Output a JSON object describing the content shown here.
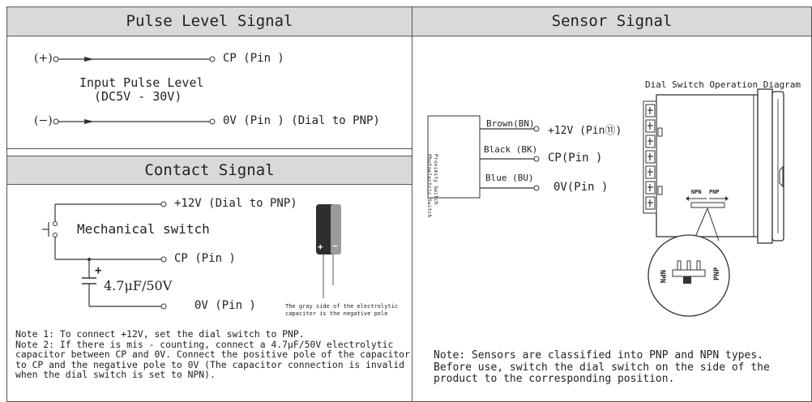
{
  "pulse": {
    "title": "Pulse Level Signal",
    "plus": "(+)",
    "minus": "(−)",
    "cp_label": "CP (Pin   )",
    "input_label": "Input Pulse Level",
    "range": "(DC5V - 30V)",
    "ov_label": "0V (Pin   ) (Dial to PNP)"
  },
  "contact": {
    "title": "Contact Signal",
    "v12_label": "+12V (Dial to PNP)",
    "switch_label": "Mechanical switch",
    "cp_label": "CP (Pin   )",
    "cap_label": "4.7μF/50V",
    "ov_label": "0V (Pin   )",
    "cap_plus": "+",
    "cap_minus": "−",
    "cap_note": "The gray side of the electrolytic\ncapacitor is the negative pole",
    "notes": "Note 1: To connect +12V, set the dial switch to PNP.\nNote 2: If there is mis - counting, connect a 4.7μF/50V electrolytic\ncapacitor between CP and 0V. Connect the positive pole of the capacitor\nto CP and the negative pole to 0V (The capacitor connection is invalid\nwhen the dial switch is set to NPN)."
  },
  "sensor": {
    "title": "Sensor Signal",
    "diagram_title": "Dial Switch Operation Diagram",
    "sensor_name": "Proximity Switch\nPhotoelectric Switch",
    "brown": "Brown(BN)",
    "black": "Black (BK)",
    "blue": "Blue (BU)",
    "v12": "+12V (Pin⑪)",
    "cp": "CP(Pin   )",
    "ov": "0V(Pin   )",
    "npn": "NPN",
    "pnp": "PNP",
    "note": "Note: Sensors are classified into PNP and NPN types.\nBefore use, switch the dial switch on the side of the\nproduct to the corresponding position."
  },
  "colors": {
    "header_bg": "#d9d9d9",
    "line": "#333333",
    "capacitor_body": "#2e2e2e",
    "capacitor_stripe": "#9a9a9a"
  }
}
